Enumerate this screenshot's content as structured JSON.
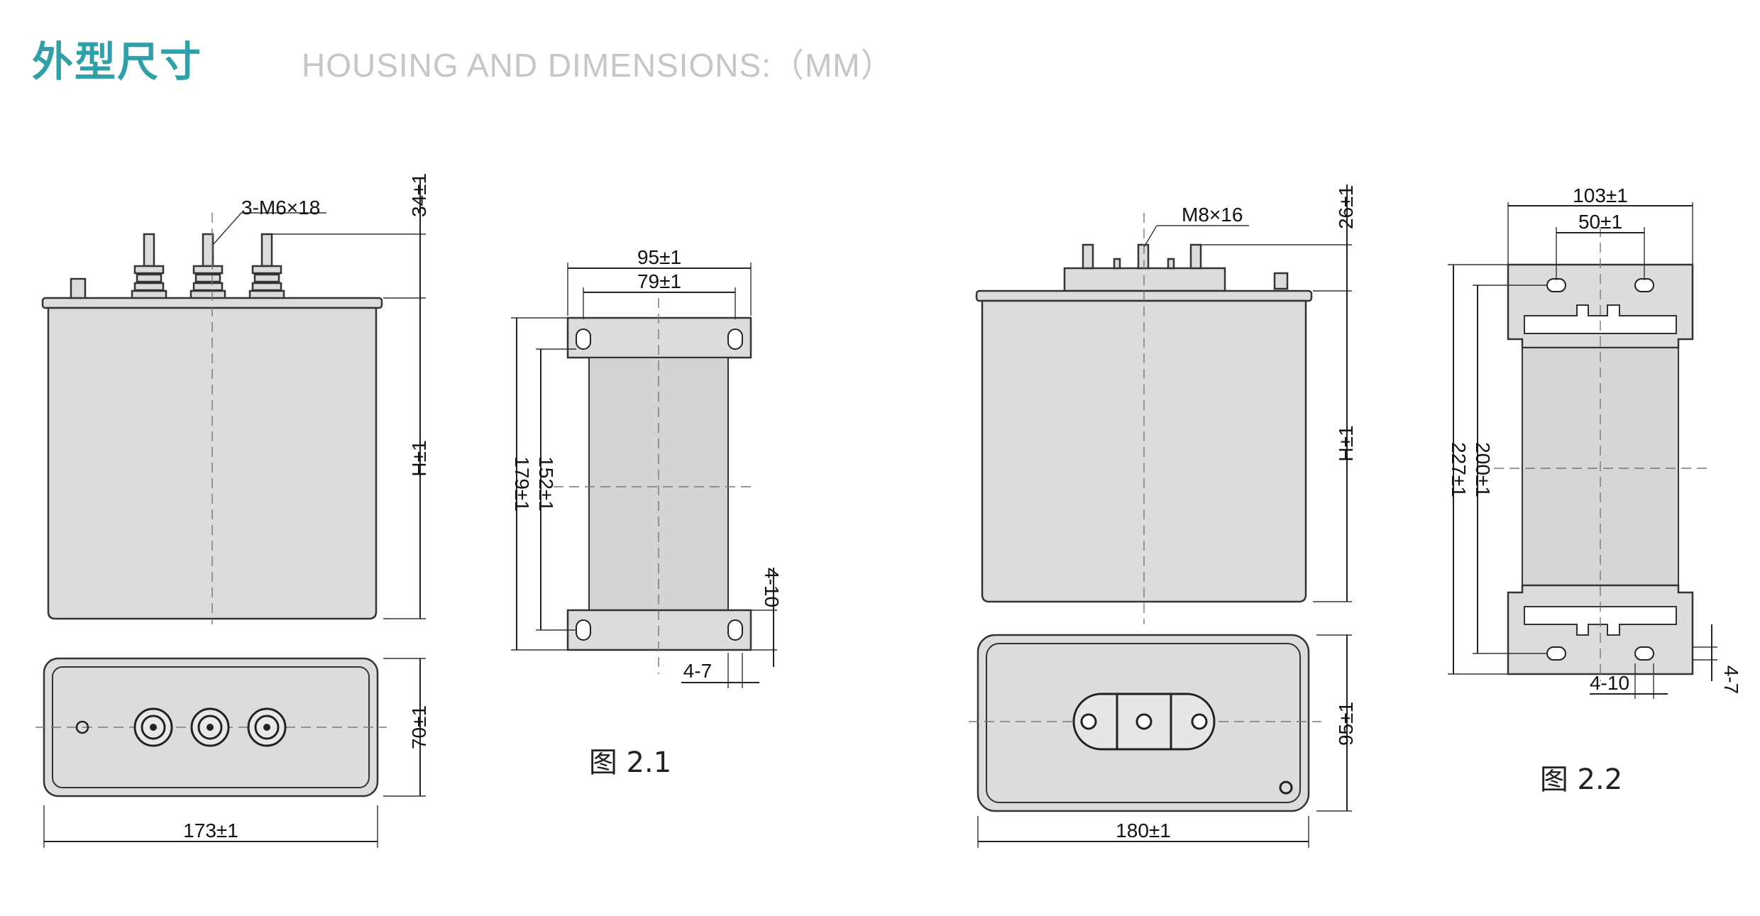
{
  "header": {
    "title_cn": "外型尺寸",
    "title_en": "HOUSING AND DIMENSIONS:（MM）"
  },
  "figure_2_1": {
    "caption": "图 2.1",
    "terminal_label": "3-M6×18",
    "height_label": "H±1",
    "top_clearance_label": "34±1",
    "depth_label": "70±1",
    "width_label": "173±1",
    "bracket_outer_width": "95±1",
    "bracket_inner_width": "79±1",
    "bracket_outer_height": "179±1",
    "bracket_inner_height": "152±1",
    "bracket_thickness": "4-10",
    "hole_label": "4-7"
  },
  "figure_2_2": {
    "caption": "图 2.2",
    "terminal_label": "M8×16",
    "height_label": "H±1",
    "top_clearance_label": "26±1",
    "depth_label": "95±1",
    "width_label": "180±1",
    "bracket_outer_width": "103±1",
    "bracket_inner_width": "50±1",
    "bracket_outer_height": "227±1",
    "bracket_inner_height": "200±1",
    "bracket_slot_label": "4-10",
    "hole_label": "4-7"
  },
  "colors": {
    "title_cn": "#2fa0a8",
    "title_en": "#c6c6c6",
    "body_fill": "#dcdcdc"
  }
}
